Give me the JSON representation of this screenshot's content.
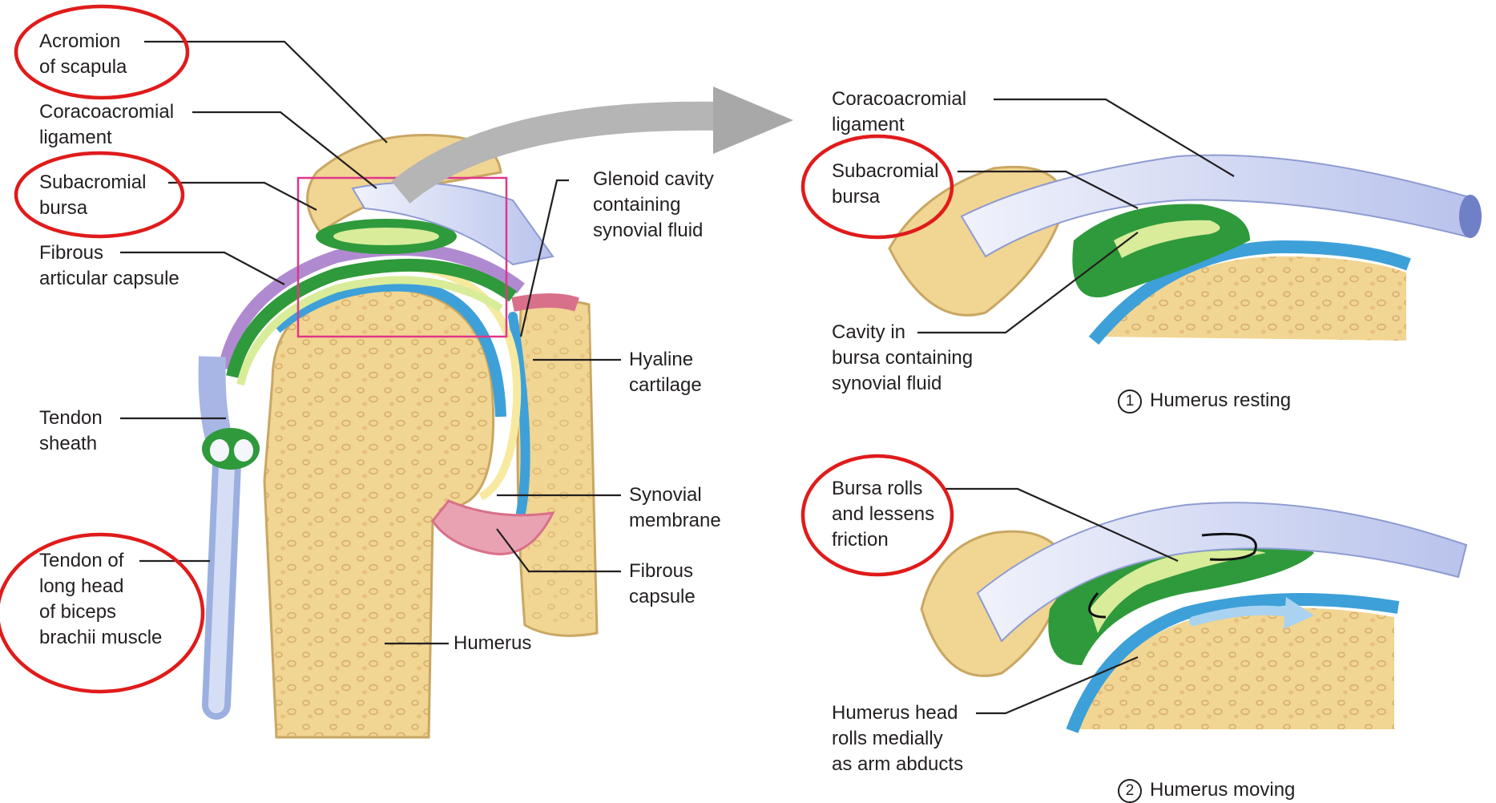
{
  "left_panel": {
    "labels": {
      "acromion": "Acromion\nof scapula",
      "coracoacromial": "Coracoacromial\nligament",
      "subacromial": "Subacromial\nbursa",
      "fibrous_articular": "Fibrous\narticular capsule",
      "tendon_sheath": "Tendon\nsheath",
      "tendon_biceps": "Tendon of\nlong head\nof biceps\nbrachii muscle",
      "glenoid": "Glenoid cavity\ncontaining\nsynovial fluid",
      "hyaline": "Hyaline\ncartilage",
      "synovial_membrane": "Synovial\nmembrane",
      "fibrous_capsule": "Fibrous\ncapsule",
      "humerus": "Humerus"
    }
  },
  "right_top": {
    "labels": {
      "coracoacromial": "Coracoacromial\nligament",
      "subacromial": "Subacromial\nbursa",
      "cavity": "Cavity in\nbursa containing\nsynovial fluid"
    },
    "step_number": "1",
    "step_text": "Humerus resting"
  },
  "right_bottom": {
    "labels": {
      "bursa_rolls": "Bursa rolls\nand lessens\nfriction",
      "humerus_head": "Humerus head\nrolls medially\nas arm abducts"
    },
    "step_number": "2",
    "step_text": "Humerus moving"
  },
  "colors": {
    "bone": "#f1d592",
    "bone_edge": "#c9a763",
    "bursa_green": "#2f9a3b",
    "bursa_light": "#d9ec9a",
    "ligament": "#c9d2ef",
    "cartilage_blue": "#3ea0d8",
    "membrane_pink": "#d9708a",
    "highlight_red": "#e01b1b",
    "zoom_box": "#e0368a",
    "arrow_gray": "#a8a8a8"
  }
}
